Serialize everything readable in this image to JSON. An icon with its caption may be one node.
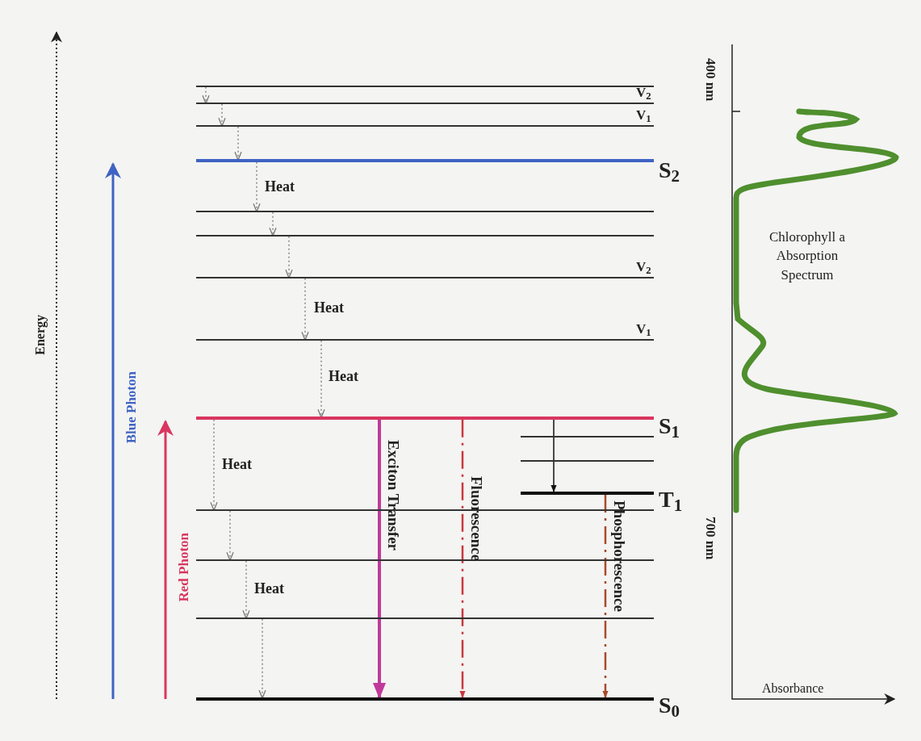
{
  "diagram": {
    "nodes": [
      {
        "text": [],
        "shape": "bar"
      },
      {
        "text": [],
        "shape": "bar",
        "beside": [
          "V$_{2}$"
        ]
      },
      {
        "text": [],
        "shape": "bar",
        "beside": [
          "V$_{1}$"
        ]
      },
      {
        "text": [],
        "shape": "bar",
        "beside": [
          "S$_{2}$"
        ]
      },
      {
        "text": [],
        "shape": "bar"
      },
      {
        "text": [],
        "shape": "bar"
      },
      {
        "text": [],
        "shape": "bar",
        "beside": [
          "V$_{2}$"
        ]
      },
      {
        "text": [],
        "shape": "bar",
        "beside": [
          "V$_{1}$"
        ]
      },
      {
        "text": [],
        "shape": "bar",
        "beside": [
          "S$_{1}$"
        ]
      },
      {
        "text": [],
        "shape": "bar"
      },
      {
        "text": [],
        "shape": "bar"
      },
      {
        "text": [],
        "shape": "bar",
        "beside": [
          "T$_{1}$"
        ]
      },
      {
        "text": [],
        "shape": "bar"
      },
      {
        "text": [],
        "shape": "bar"
      },
      {
        "text": [],
        "shape": "bar"
      },
      {
        "text": [],
        "shape": "bar",
        "beside": [
          "S$_{0}$"
        ]
      }
    ],
    "edges": [
      {
        "from": 0,
        "to": 1,
        "arrow": "to",
        "style": "dashed"
      },
      {
        "from": 1,
        "to": 2,
        "arrow": "to",
        "style": "dashed"
      },
      {
        "from": 2,
        "to": 3,
        "arrow": "to",
        "style": "dashed"
      },
      {
        "from": 3,
        "to": 4,
        "arrow": "to",
        "label": "Heat",
        "style": "dashed"
      },
      {
        "from": 4,
        "to": 5,
        "arrow": "to",
        "style": "dashed"
      },
      {
        "from": 5,
        "to": 6,
        "arrow": "to",
        "style": "dashed"
      },
      {
        "from": 6,
        "to": 7,
        "arrow": "to",
        "label": "Heat",
        "style": "dashed"
      },
      {
        "from": 7,
        "to": 8,
        "arrow": "to",
        "label": "Heat",
        "style": "dashed"
      },
      {
        "from": 8,
        "to": 12,
        "arrow": "to",
        "label": "Heat",
        "style": "dashed"
      },
      {
        "from": 12,
        "to": 13,
        "arrow": "to",
        "style": "dashed"
      },
      {
        "from": 13,
        "to": 14,
        "arrow": "to",
        "label": "Heat",
        "style": "dashed"
      },
      {
        "from": 14,
        "to": 15,
        "arrow": "to",
        "style": "dashed"
      },
      {
        "from": 8,
        "to": 15,
        "arrow": "to",
        "label": "Exciton Transfer",
        "style": "thick",
        "color": "#c03a9c"
      },
      {
        "from": 8,
        "to": 15,
        "arrow": "to",
        "label": "Fluorescence",
        "style": "dashed",
        "color": "#c8383f"
      },
      {
        "from": 8,
        "to": 11,
        "arrow": "to",
        "color": "#111111"
      },
      {
        "from": 11,
        "to": 15,
        "arrow": "to",
        "label": "Phosphorescence",
        "style": "dashed",
        "color": "#a84a2c"
      }
    ],
    "labels": [
      "Energy",
      "Blue Photon",
      "Red Photon",
      "400 nm",
      "Chlorophyll a Absorption Spectrum",
      "700 nm",
      "Absorbance"
    ]
  }
}
